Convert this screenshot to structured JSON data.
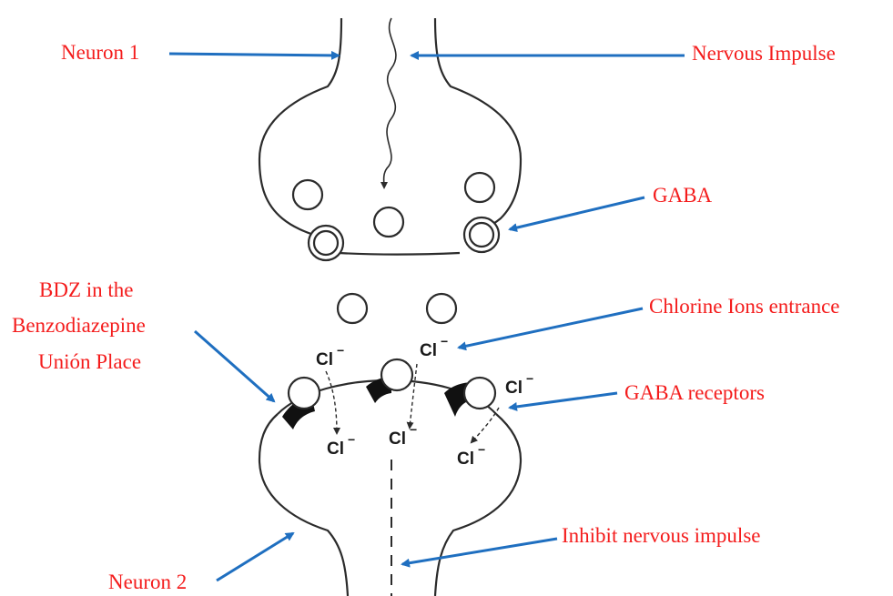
{
  "labels": {
    "neuron1": "Neuron 1",
    "nervous_impulse": "Nervous Impulse",
    "gaba": "GABA",
    "bdz_line1": "BDZ in the",
    "bdz_line2": "Benzodiazepine",
    "bdz_line3": "Unión Place",
    "chlorine": "Chlorine Ions entrance",
    "receptors": "GABA receptors",
    "inhibit": "Inhibit nervous impulse",
    "neuron2": "Neuron 2"
  },
  "ion": {
    "symbol": "Cl",
    "charge": "−"
  },
  "colors": {
    "label": "#f41c1c",
    "arrow": "#1f6fc0",
    "line": "#2b2b2b"
  }
}
